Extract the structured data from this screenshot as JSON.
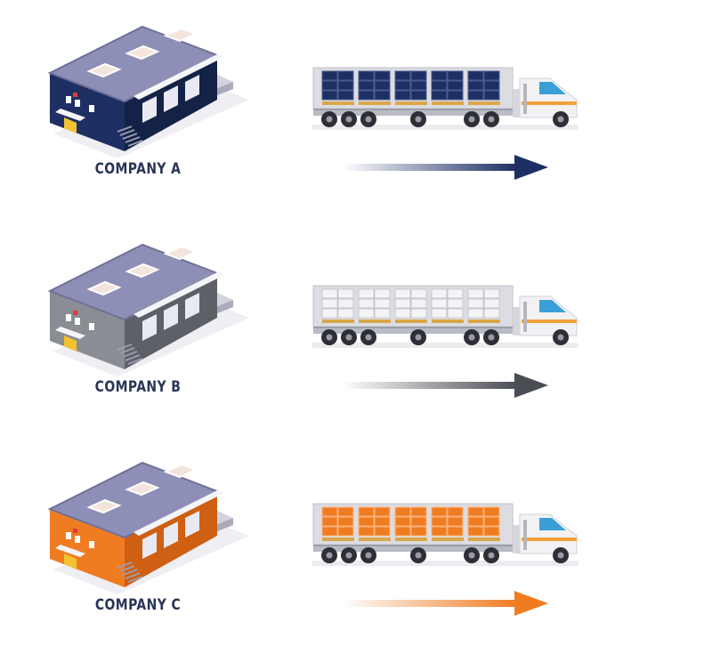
{
  "colors": {
    "text": "#2a3556",
    "roof": "#8d8fb6",
    "roof_edge": "#6f719a",
    "trailer_body": "#dcdde2",
    "trailer_frame": "#b9bcc4",
    "cab_white": "#f2f2f4",
    "cab_window": "#3a9fd6",
    "cab_stripe": "#f2a23a",
    "wheel": "#2e2f36",
    "pallet": "#d9a64a"
  },
  "companies": [
    {
      "label": "COMPANY A",
      "color": "#1d2f63",
      "color_dark": "#142247",
      "crate_color": "#1d2f63",
      "crate_line": "#4a5b8f",
      "arrow_color": "#1d2f63"
    },
    {
      "label": "COMPANY B",
      "color": "#8a8d93",
      "color_dark": "#5d6066",
      "crate_color": "#f4f4f6",
      "crate_line": "#c7c9cf",
      "arrow_color": "#4a4d54"
    },
    {
      "label": "COMPANY C",
      "color": "#f07c22",
      "color_dark": "#cf5f12",
      "crate_color": "#f07c22",
      "crate_line": "#ffb27a",
      "arrow_color": "#f07c22"
    }
  ]
}
